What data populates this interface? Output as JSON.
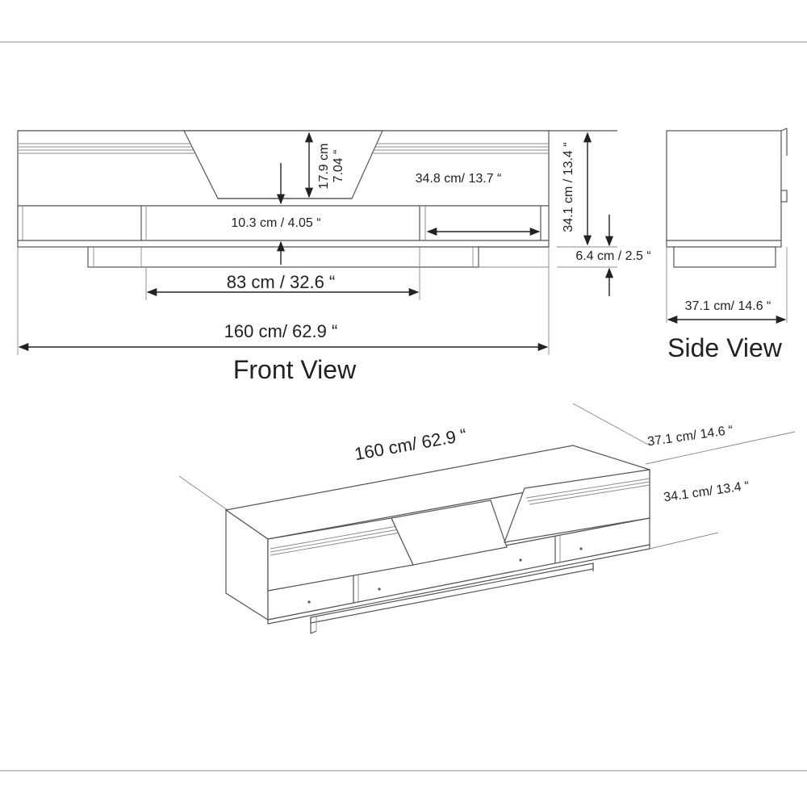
{
  "front_view": {
    "title": "Front View",
    "dim_total_width": "160 cm/ 62.9 “",
    "dim_center_width": "83 cm / 32.6 “",
    "dim_shelf_height": "10.3 cm / 4.05 “",
    "dim_door_width": "34.8 cm/ 13.7 “",
    "dim_top_height_cm": "17.9 cm",
    "dim_top_height_in": "7.04 “",
    "dim_total_height": "34.1 cm / 13.4 “",
    "dim_base_height": "6.4 cm / 2.5 “"
  },
  "side_view": {
    "title": "Side View",
    "dim_depth": "37.1 cm/ 14.6 “"
  },
  "perspective_view": {
    "dim_width": "160 cm/ 62.9 “",
    "dim_depth": "37.1 cm/ 14.6 “",
    "dim_height": "34.1 cm/ 13.4 “"
  }
}
